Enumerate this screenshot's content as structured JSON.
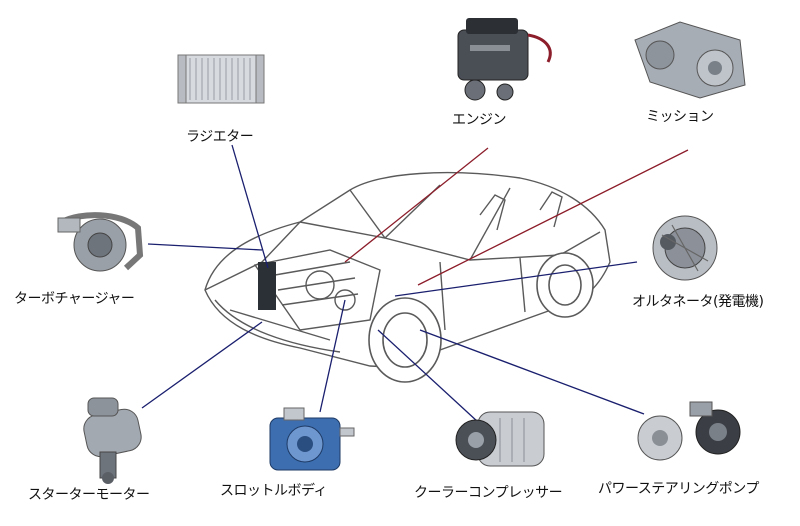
{
  "colors": {
    "leader_line": "#1a1f6e",
    "leader_line_red": "#8c1d2a",
    "car_outline": "#5a5a5a",
    "metal": "#9aa0a8",
    "throttle_blue": "#3d6fb0"
  },
  "parts": [
    {
      "id": "radiator",
      "label": "ラジエター",
      "icon": "radiator-icon"
    },
    {
      "id": "engine",
      "label": "エンジン",
      "icon": "engine-icon"
    },
    {
      "id": "transmission",
      "label": "ミッション",
      "icon": "transmission-icon"
    },
    {
      "id": "turbo",
      "label": "ターボチャージャー",
      "icon": "turbocharger-icon"
    },
    {
      "id": "alternator",
      "label": "オルタネータ(発電機)",
      "icon": "alternator-icon"
    },
    {
      "id": "starter",
      "label": "スターターモーター",
      "icon": "starter-motor-icon"
    },
    {
      "id": "throttle",
      "label": "スロットルボディ",
      "icon": "throttle-body-icon"
    },
    {
      "id": "compressor",
      "label": "クーラーコンプレッサー",
      "icon": "ac-compressor-icon"
    },
    {
      "id": "pump",
      "label": "パワーステアリングポンプ",
      "icon": "power-steering-pump-icon"
    }
  ]
}
